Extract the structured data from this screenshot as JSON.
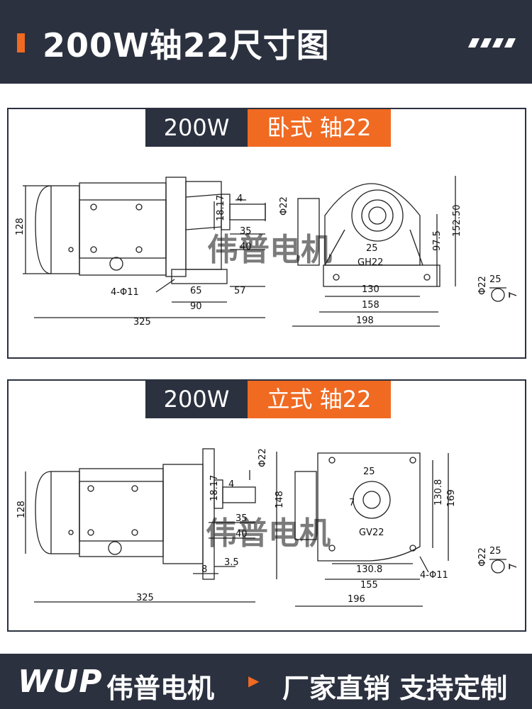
{
  "header": {
    "title": "200W轴22尺寸图"
  },
  "panels": [
    {
      "tab_power": "200W",
      "tab_type": "卧式 轴22",
      "watermark": "伟普电机",
      "labels": {
        "d128": "128",
        "d18": "18.17",
        "d4": "4",
        "dphi22": "Φ22",
        "d35": "35",
        "d40": "40",
        "d4phi11": "4-Φ11",
        "d65": "65",
        "d57": "57",
        "d90": "90",
        "d325": "325",
        "d25": "25",
        "model": "GH22",
        "d152": "152.50",
        "d975": "97.5",
        "d130": "130",
        "d158": "158",
        "d198": "198",
        "key_phi22": "Φ22",
        "key_25": "25",
        "key_7": "7"
      }
    },
    {
      "tab_power": "200W",
      "tab_type": "立式 轴22",
      "watermark": "伟普电机",
      "labels": {
        "d128": "128",
        "d18": "18.17",
        "d4": "4",
        "dphi22": "Φ22",
        "d148": "148",
        "d35": "35",
        "d40": "40",
        "d8": "8",
        "d35b": "3.5",
        "d325": "325",
        "d25": "25",
        "d7": "7",
        "model": "GV22",
        "d1308": "130.8",
        "d169": "169",
        "d1308b": "130.8",
        "d155": "155",
        "d196": "196",
        "d4phi11": "4-Φ11",
        "key_phi22": "Φ22",
        "key_25": "25",
        "key_7": "7"
      }
    }
  ],
  "footer": {
    "brand": "WUP",
    "company": "伟普电机",
    "slogan": "厂家直销 支持定制"
  },
  "colors": {
    "dark": "#2b313f",
    "accent": "#f06a22",
    "watermark": "#9bd3d0"
  }
}
